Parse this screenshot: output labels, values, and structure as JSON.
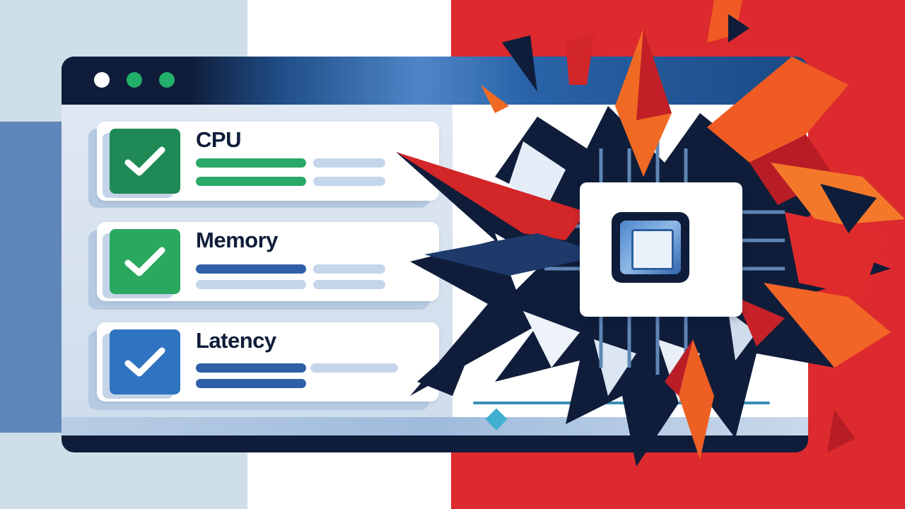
{
  "metrics": [
    {
      "label": "CPU",
      "status": "ok",
      "check_color": "#1f8a55",
      "bar_color": "#2aa868"
    },
    {
      "label": "Memory",
      "status": "ok",
      "check_color": "#2ba85f",
      "bar_color": "#2f5fa8"
    },
    {
      "label": "Latency",
      "status": "ok",
      "check_color": "#2f74c0",
      "bar_color": "#2f5fa8"
    }
  ],
  "window": {
    "dots": [
      "#ffffff",
      "#22b06a",
      "#22b06a"
    ]
  },
  "colors": {
    "navy": "#0f1d3a",
    "alert_red": "#dc2a2e",
    "alert_orange": "#f06a24",
    "bar_muted": "#c6d6ea",
    "panel_bg": "#dfe8f3"
  },
  "icons": [
    "check-icon",
    "processor-chip-icon",
    "diamond-icon"
  ]
}
